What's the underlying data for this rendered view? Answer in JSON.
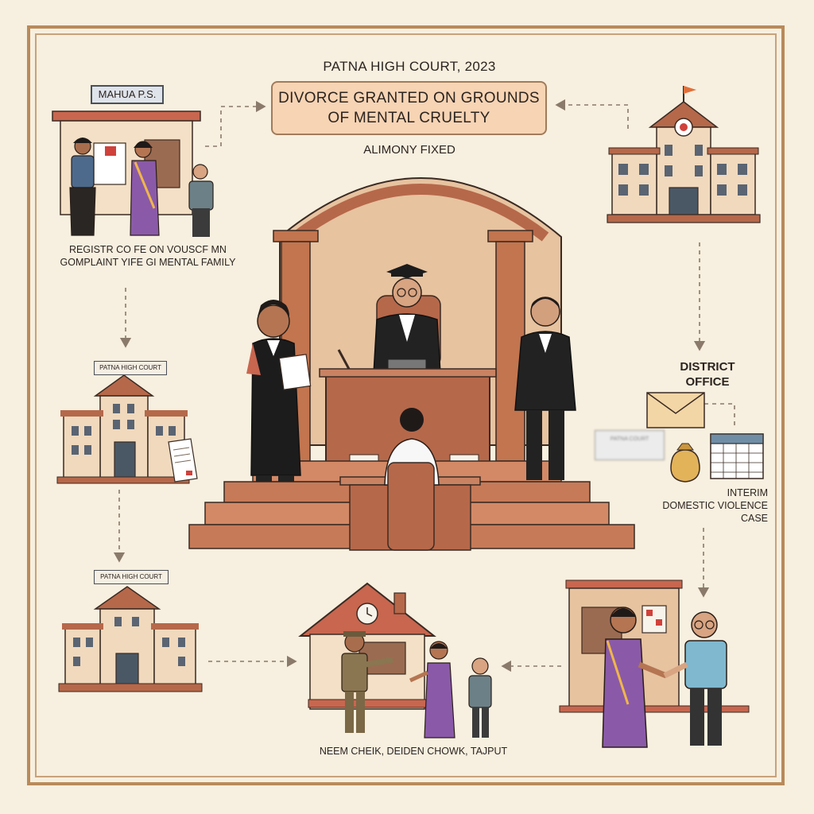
{
  "header": {
    "court_title": "PATNA HIGH COURT, 2023",
    "banner_line1": "DIVORCE GRANTED ON GROUNDS",
    "banner_line2": "OF MENTAL CRUELTY",
    "subtitle": "ALIMONY FIXED"
  },
  "police_station": {
    "sign": "MAHUA P.S.",
    "caption_line1": "REGISTR CO FE ON VOUSCF MN",
    "caption_line2": "GOMPLAINT YIFE GI MENTAL FAMILY"
  },
  "court_building_left": {
    "sign": "PATNA HIGH COURT"
  },
  "court_building_bottom": {
    "sign": "PATNA HIGH COURT"
  },
  "district_office": {
    "title_line1": "DISTRICT",
    "title_line2": "OFFICE",
    "card_text": "PATNA COURT",
    "caption_line1": "INTERIM",
    "caption_line2": "DOMESTIC VIOLENCE",
    "caption_line3": "CASE"
  },
  "settlement_home": {
    "caption": "NEEM CHEIK, DEIDEN CHOWK, TAJPUT"
  },
  "colors": {
    "background": "#f7efdf",
    "frame": "#b98a5a",
    "banner": "#f6d4b4",
    "brick": "#b6684a",
    "wall": "#f0d9bd",
    "saree_purple": "#8a5aa8",
    "black_robe": "#222222"
  }
}
